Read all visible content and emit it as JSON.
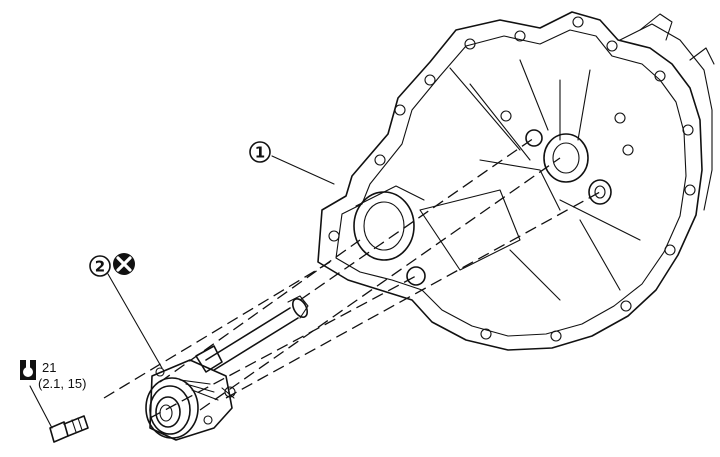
{
  "callouts": {
    "transaxle_case": "1",
    "release_bearing": "2"
  },
  "torque": {
    "value": "21",
    "alt": "(2.1, 15)"
  },
  "icons": {
    "torque": "torque-wrench-icon",
    "do_not_reuse": "do-not-reuse-icon"
  }
}
